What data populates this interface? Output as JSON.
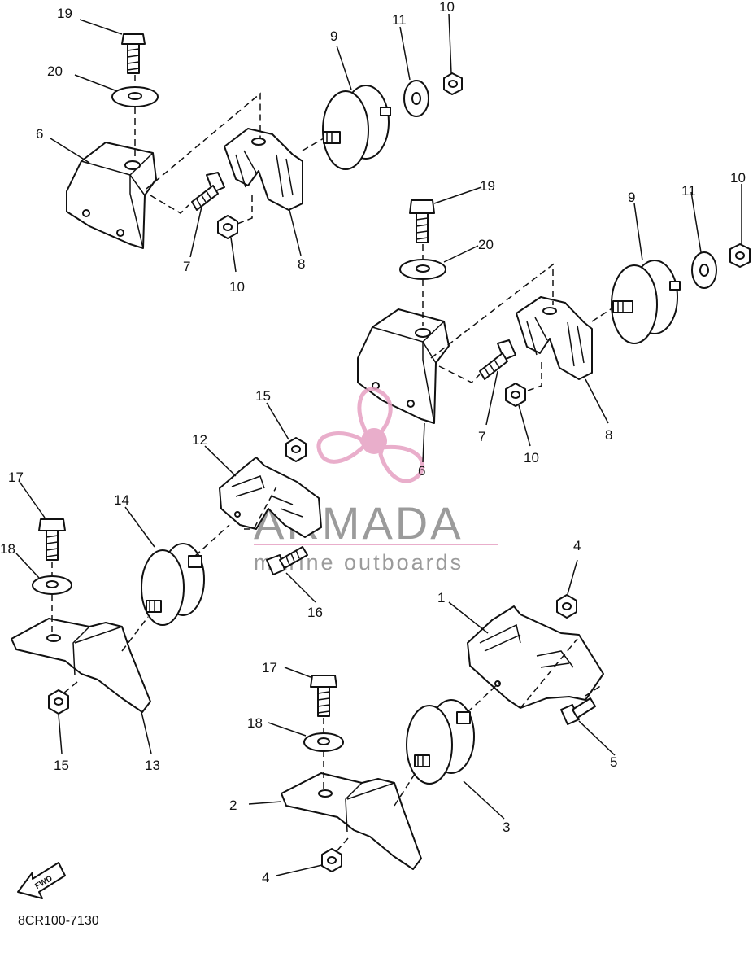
{
  "diagram": {
    "code": "8CR100-7130",
    "fwd_label": "FWD",
    "watermark": {
      "brand": "ARMADA",
      "tagline": "marine outboards"
    },
    "callouts": [
      {
        "id": "c19a",
        "label": "19"
      },
      {
        "id": "c20a",
        "label": "20"
      },
      {
        "id": "c6a",
        "label": "6"
      },
      {
        "id": "c9a",
        "label": "9"
      },
      {
        "id": "c11a",
        "label": "11"
      },
      {
        "id": "c10a",
        "label": "10"
      },
      {
        "id": "c7a",
        "label": "7"
      },
      {
        "id": "c10b",
        "label": "10"
      },
      {
        "id": "c8a",
        "label": "8"
      },
      {
        "id": "c19b",
        "label": "19"
      },
      {
        "id": "c20b",
        "label": "20"
      },
      {
        "id": "c9b",
        "label": "9"
      },
      {
        "id": "c11b",
        "label": "11"
      },
      {
        "id": "c10c",
        "label": "10"
      },
      {
        "id": "c7b",
        "label": "7"
      },
      {
        "id": "c8b",
        "label": "8"
      },
      {
        "id": "c10d",
        "label": "10"
      },
      {
        "id": "c6b",
        "label": "6"
      },
      {
        "id": "c15a",
        "label": "15"
      },
      {
        "id": "c12",
        "label": "12"
      },
      {
        "id": "c17a",
        "label": "17"
      },
      {
        "id": "c14",
        "label": "14"
      },
      {
        "id": "c18a",
        "label": "18"
      },
      {
        "id": "c16",
        "label": "16"
      },
      {
        "id": "c4a",
        "label": "4"
      },
      {
        "id": "c1",
        "label": "1"
      },
      {
        "id": "c17b",
        "label": "17"
      },
      {
        "id": "c15b",
        "label": "15"
      },
      {
        "id": "c13",
        "label": "13"
      },
      {
        "id": "c18b",
        "label": "18"
      },
      {
        "id": "c5",
        "label": "5"
      },
      {
        "id": "c2",
        "label": "2"
      },
      {
        "id": "c3",
        "label": "3"
      },
      {
        "id": "c4b",
        "label": "4"
      }
    ]
  }
}
